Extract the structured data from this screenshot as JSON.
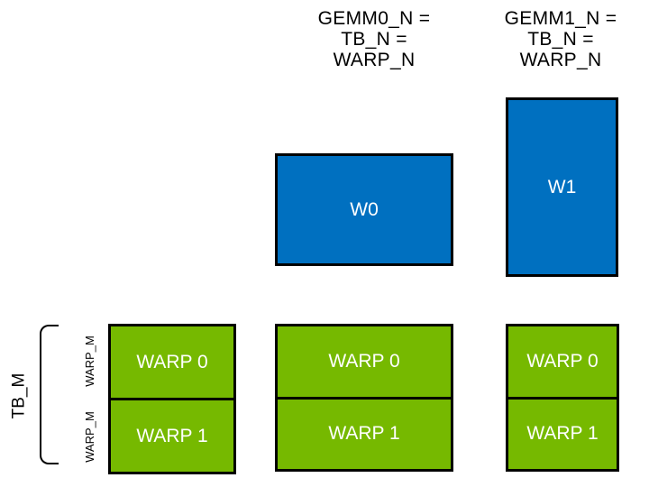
{
  "colors": {
    "nvidia_green": "#76B900",
    "blue": "#0070C0",
    "border_black": "#000000",
    "white_text": "#FFFFFF",
    "black_text": "#000000",
    "background": "#FFFFFF"
  },
  "header_labels": [
    {
      "text": "GEMM0_N =\nTB_N =\nWARP_N"
    },
    {
      "text": "GEMM1_N =\nTB_N =\nWARP_N"
    }
  ],
  "accumulator_tiles": [
    {
      "label": "W0"
    },
    {
      "label": "W1"
    }
  ],
  "warp_tile_groups": [
    {
      "rows": [
        {
          "label": "WARP 0"
        },
        {
          "label": "WARP 1"
        }
      ]
    },
    {
      "rows": [
        {
          "label": "WARP 0"
        },
        {
          "label": "WARP 1"
        }
      ]
    },
    {
      "rows": [
        {
          "label": "WARP 0"
        },
        {
          "label": "WARP 1"
        }
      ]
    }
  ],
  "left_axis": {
    "tb_label": "TB_M",
    "warp_row_labels": [
      "WARP_M",
      "WARP_M"
    ]
  }
}
